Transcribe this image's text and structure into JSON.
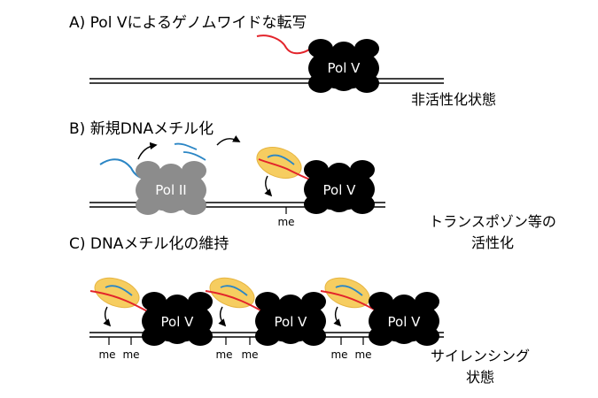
{
  "sections": {
    "a": {
      "title": "A) Pol Vによるゲノムワイドな転写",
      "state": "非活性化状態"
    },
    "b": {
      "title": "B) 新規DNAメチル化",
      "state_line1": "トランスポゾン等の",
      "state_line2": "活性化"
    },
    "c": {
      "title": "C) DNAメチル化の維持",
      "state_line1": "サイレンシング",
      "state_line2": "状態"
    }
  },
  "labels": {
    "pol_v": "Pol V",
    "pol_ii": "Pol II",
    "methyl": "me"
  },
  "colors": {
    "pol_v_fill": "#000000",
    "pol_ii_fill": "#8c8c8c",
    "rna_pol_v": "#e3242b",
    "rna_pol_ii": "#2b86c5",
    "complex_fill": "#f6cd60",
    "complex_stroke": "#e6b440",
    "dna": "#000000"
  }
}
